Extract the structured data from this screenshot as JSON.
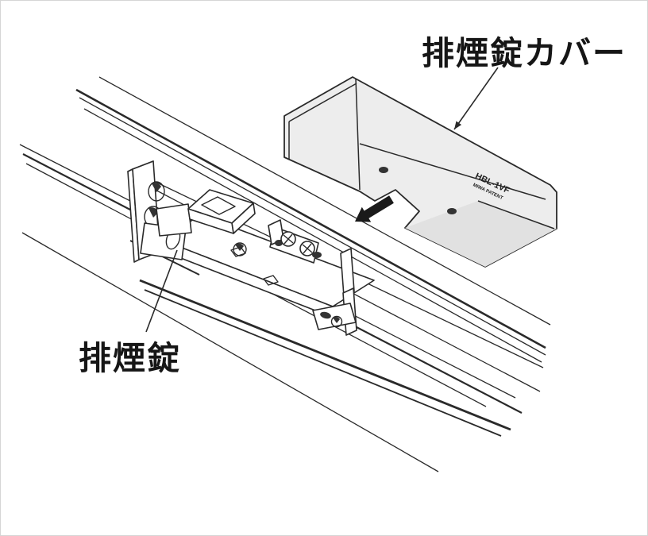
{
  "figure": {
    "type": "technical-illustration",
    "labels": {
      "cover": "排煙錠カバー",
      "lock": "排煙錠"
    },
    "cover_markings": {
      "model": "HBL-1VF",
      "patent": "MIWA PATENT"
    },
    "colors": {
      "background": "#ffffff",
      "line": "#2a2a2a",
      "cover_fill": "#ededed",
      "cover_underside": "#e1e1e1",
      "arrow": "#1a1a1a"
    }
  }
}
